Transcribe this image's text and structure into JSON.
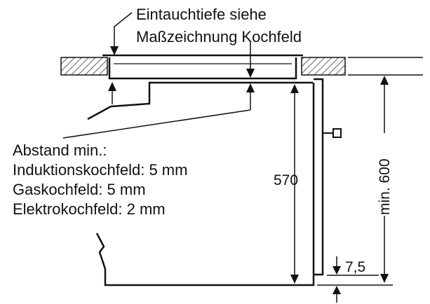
{
  "labels": {
    "depth_line1": "Eintauchtiefe siehe",
    "depth_line2": "Maßzeichnung Kochfeld",
    "clearance_title": "Abstand min.:",
    "clearance_induction": "Induktionskochfeld: 5 mm",
    "clearance_gas": "Gaskochfeld: 5 mm",
    "clearance_electric": "Elektrokochfeld: 2 mm"
  },
  "dimensions": {
    "oven_height": "570",
    "niche_height": "min. 600",
    "bottom_gap": "7,5"
  }
}
